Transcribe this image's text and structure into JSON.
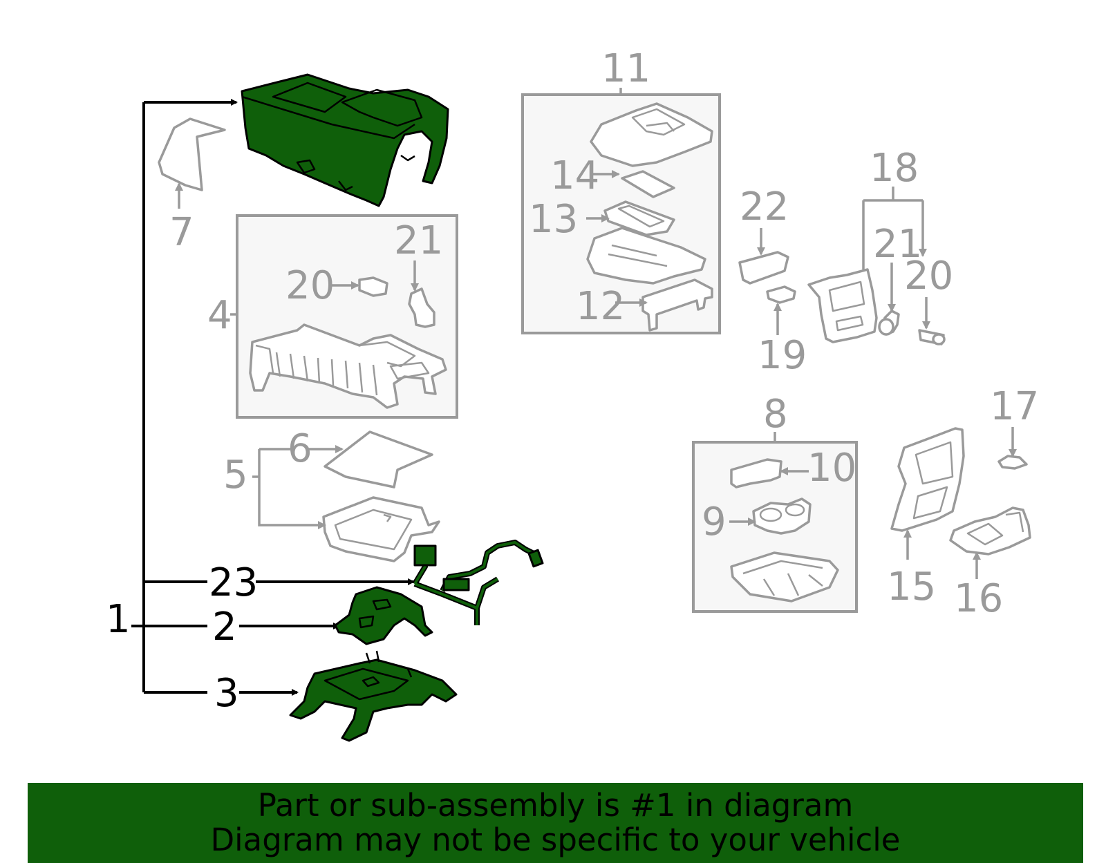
{
  "diagram": {
    "highlight_color": "#0f5f0a",
    "labels": {
      "l1": "1",
      "l2": "2",
      "l3": "3",
      "l4": "4",
      "l5": "5",
      "l6": "6",
      "l7": "7",
      "l8": "8",
      "l9": "9",
      "l10": "10",
      "l11": "11",
      "l12": "12",
      "l13": "13",
      "l14": "14",
      "l15": "15",
      "l16": "16",
      "l17": "17",
      "l18": "18",
      "l19": "19",
      "l20a": "20",
      "l20b": "20",
      "l21a": "21",
      "l21b": "21",
      "l22": "22",
      "l23": "23"
    }
  },
  "banner": {
    "line1": "Part or sub-assembly is #1 in diagram",
    "line2": "Diagram may not be specific to your vehicle",
    "color": "#0f5f0a"
  }
}
